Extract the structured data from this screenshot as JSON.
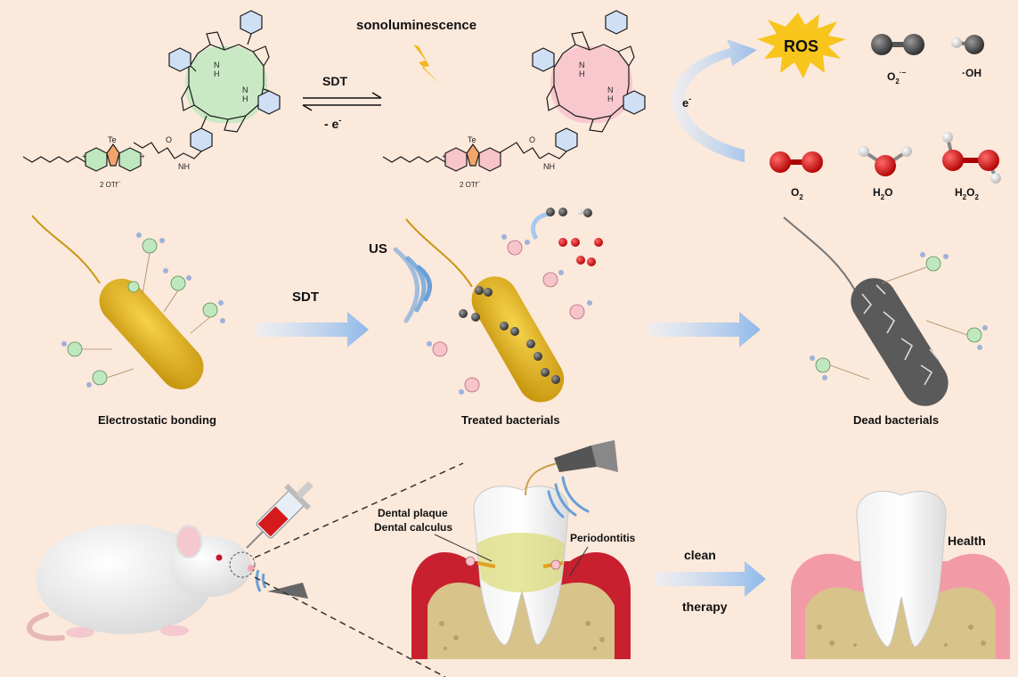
{
  "top": {
    "sonoluminescence": "sonoluminescence",
    "sdt": "SDT",
    "minus_e": "- e",
    "minus_e_sup": "-",
    "te": "Te",
    "counterion": "2 OTf",
    "counterion_sup": "−",
    "nh": "NH",
    "n": "N",
    "h": "H",
    "o": "O",
    "plus": "+",
    "electron": "e",
    "electron_sup": "-"
  },
  "ros": {
    "burst": "ROS",
    "superoxide": "O",
    "superoxide_sub": "2",
    "superoxide_sup": "·−",
    "hydroxyl": "·OH",
    "oxygen": "O",
    "oxygen_sub": "2",
    "water_h": "H",
    "water_sub": "2",
    "water_o": "O",
    "peroxide_h": "H",
    "peroxide_sub1": "2",
    "peroxide_o": "O",
    "peroxide_sub2": "2"
  },
  "middle": {
    "step1": "Electrostatic bonding",
    "arrow1": "SDT",
    "us": "US",
    "step2": "Treated bacterials",
    "step3": "Dead bacterials"
  },
  "bottom": {
    "plaque": "Dental plaque",
    "calculus": "Dental calculus",
    "periodontitis": "Periodontitis",
    "clean": "clean",
    "therapy": "therapy",
    "health": "Health"
  },
  "colors": {
    "background": "#fbe9dc",
    "porphyrin_green": "#bfe8bf",
    "porphyrin_pink": "#f7c4cc",
    "te_orange": "#f2a46a",
    "bacterium": "#e6b81e",
    "gum": "#c8202e",
    "bone": "#d8c38a",
    "arrow": "#a9c8ee",
    "ros_burst": "#f7c51c",
    "oxygen_red": "#d81e1e"
  }
}
